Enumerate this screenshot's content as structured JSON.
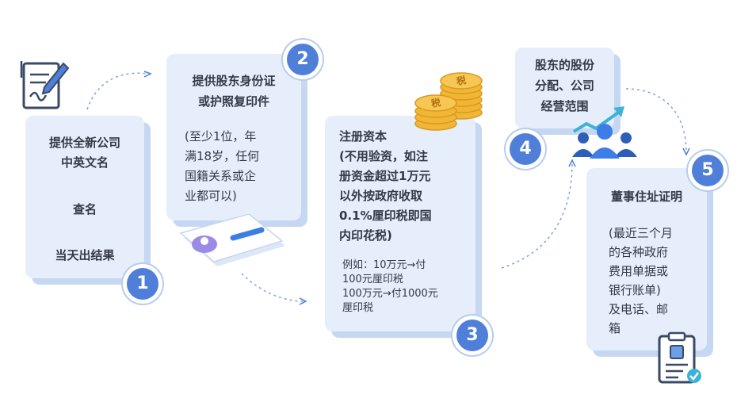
{
  "steps": [
    {
      "number": "1",
      "lines": [
        "提供全新公司",
        "中英文名",
        "查名",
        "当天出结果"
      ]
    },
    {
      "number": "2",
      "title_lines": [
        "提供股东身份证",
        "或护照复印件"
      ],
      "note_lines": [
        "(至少1位，年",
        "满18岁，任何",
        "国籍关系或企",
        "业都可以)"
      ]
    },
    {
      "number": "3",
      "title_lines": [
        "注册资本",
        "(不用验资，如注",
        "册资金超过1万元",
        "以外按政府收取",
        "0.1%厘印税即国",
        "内印花税)"
      ],
      "example_lines": [
        "例如：10万元→付",
        "100元厘印税",
        "100万元→付1000元",
        "厘印税"
      ]
    },
    {
      "number": "4",
      "lines": [
        "股东的股份",
        "分配、公司",
        "经营范围"
      ]
    },
    {
      "number": "5",
      "title": "董事住址证明",
      "note_lines": [
        "(最近三个月",
        "的各种政府",
        "费用单据或",
        "银行账单)",
        "及电话、邮",
        "箱"
      ]
    }
  ],
  "coin_glyph": "税",
  "colors": {
    "accent": "#4f7fd8",
    "card": "#e6eefb",
    "card_shadow": "#c6d7f1",
    "coin": "#f2b637"
  }
}
